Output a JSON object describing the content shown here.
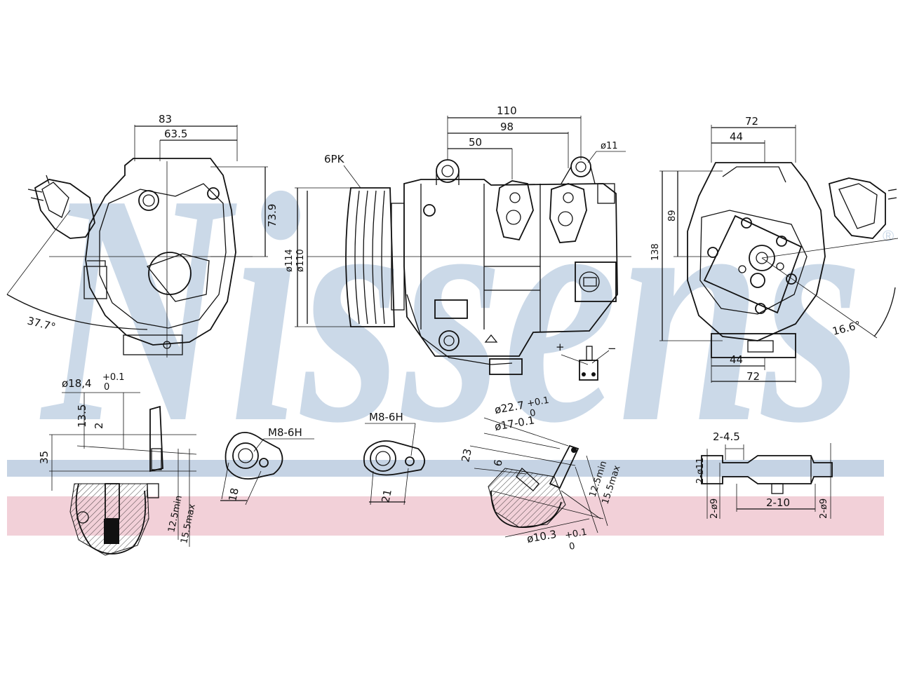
{
  "brand": {
    "watermark": "Nissens",
    "registered_mark": "®",
    "band_colors": {
      "blue": "#c5d3e4",
      "pink": "#f2d0d8",
      "watermark": "#cbd9e8"
    }
  },
  "views": {
    "front_left": {
      "dims": {
        "width_outer": "83",
        "width_inner": "63.5",
        "height": "73.9",
        "angle": "37.7°"
      }
    },
    "side_center": {
      "dims": {
        "len_total": "110",
        "len_mid": "98",
        "len_short": "50",
        "hole": "ø11",
        "belt": "6PK",
        "pulley_outer": "ø114",
        "pulley_inner": "ø110"
      },
      "connector": {
        "plus": "+",
        "minus": "−"
      }
    },
    "front_right": {
      "dims": {
        "width_top": "72",
        "width_top_inner": "44",
        "height_inner": "89",
        "height_total": "138",
        "angle": "16.6°",
        "width_bottom_inner": "44",
        "width_bottom": "72"
      }
    }
  },
  "details": {
    "port_a": {
      "dia": "ø18,4",
      "dia_tol_up": "+0.1",
      "dia_tol_down": "0",
      "d1": "13.5",
      "d2": "2",
      "d3": "35",
      "min": "12.5min",
      "max": "15.5max"
    },
    "fitting_18": {
      "thread": "M8-6H",
      "size": "18"
    },
    "fitting_21": {
      "thread": "M8-6H",
      "size": "21"
    },
    "port_b": {
      "dia_top": "ø22.7",
      "dia_top_tol_up": "+0.1",
      "dia_top_tol_down": "0",
      "dia_mid": "ø17-0.1",
      "d1": "23",
      "d2": "6",
      "min": "12.5min",
      "max": "15.5max",
      "dia_bottom": "ø10.3",
      "dia_bottom_tol_up": "+0.1",
      "dia_bottom_tol_down": "0"
    },
    "shaft": {
      "t1": "2-4.5",
      "t2": "2-ø11",
      "t3": "2-ø9",
      "t4": "2-10",
      "t5": "2-ø9"
    }
  }
}
